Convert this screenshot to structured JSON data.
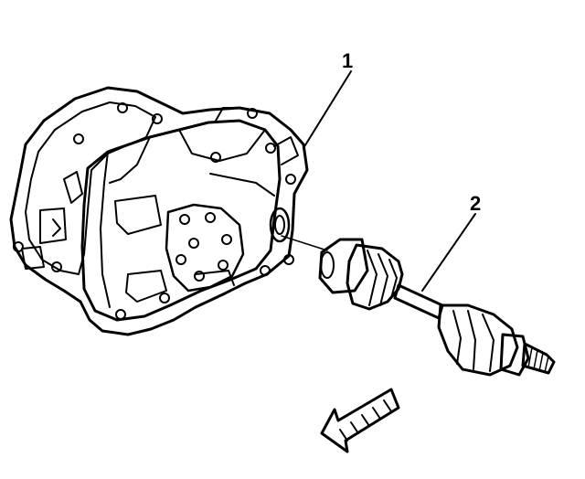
{
  "diagram": {
    "callouts": [
      {
        "id": "1",
        "label": "1"
      },
      {
        "id": "2",
        "label": "2"
      }
    ],
    "colors": {
      "line": "#000000",
      "fill": "#ffffff"
    },
    "icons": [
      "transaxle-assembly",
      "drive-axle-shaft",
      "direction-arrow-icon"
    ]
  }
}
